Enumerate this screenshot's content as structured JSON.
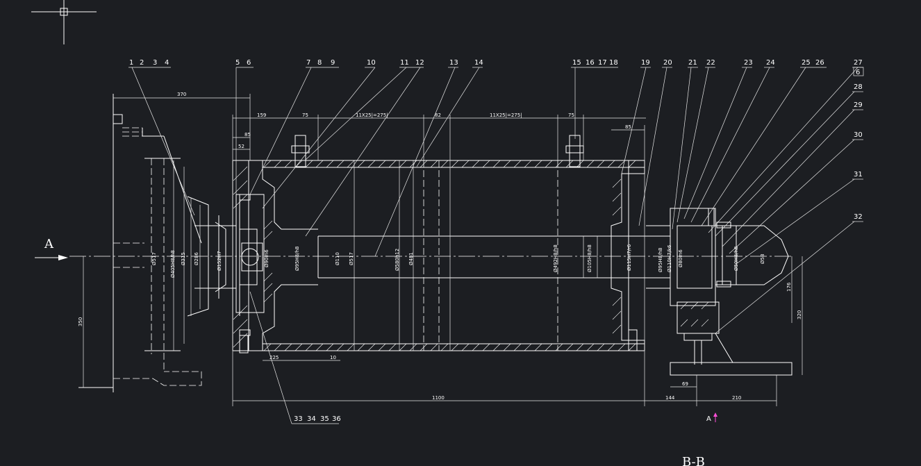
{
  "drawing": {
    "section_labels": {
      "view_a": "A",
      "view_a_marker": "A",
      "section_bb": "B-B"
    },
    "callouts": [
      "1",
      "2",
      "3",
      "4",
      "5",
      "6",
      "7",
      "8",
      "9",
      "10",
      "11",
      "12",
      "13",
      "14",
      "15",
      "16",
      "17",
      "18",
      "19",
      "20",
      "21",
      "22",
      "23",
      "24",
      "25",
      "26",
      "27",
      "28",
      "29",
      "30",
      "31",
      "32",
      "33",
      "34",
      "35",
      "36"
    ],
    "callout_27_box": "6",
    "dimensions": {
      "d370": "370",
      "d159": "159",
      "d75a": "75",
      "d11x25a": "11X25|=275|",
      "d82": "82",
      "d11x25b": "11X25|=275|",
      "d75b": "75",
      "d85a": "85",
      "d52": "52",
      "d85b": "85",
      "d225": "225",
      "d10": "10",
      "d1100": "1100",
      "d144": "144",
      "d210": "210",
      "d69": "69",
      "d350": "350",
      "d176": "176",
      "d320": "320"
    },
    "diameters": {
      "phi517a": "Ø517",
      "phi405": "Ø405H8/h8",
      "phi315": "Ø315",
      "phi286": "Ø286",
      "phi152": "Ø152H7",
      "phi90": "Ø90m6",
      "phi95a": "Ø95H8/h8",
      "phi110": "Ø110",
      "phi517b": "Ø517",
      "phi580": "Ø580h12",
      "phi481": "Ø481",
      "phi492": "Ø492H8/h8",
      "phi105": "Ø105H8/h8",
      "phi115": "Ø115H7/r6",
      "phi95b": "Ø95H8/h8",
      "phi110b": "Ø110H7/k6",
      "phi80": "Ø80m6",
      "phi50": "Ø50H8/h8",
      "phi58": "Ø58"
    }
  }
}
